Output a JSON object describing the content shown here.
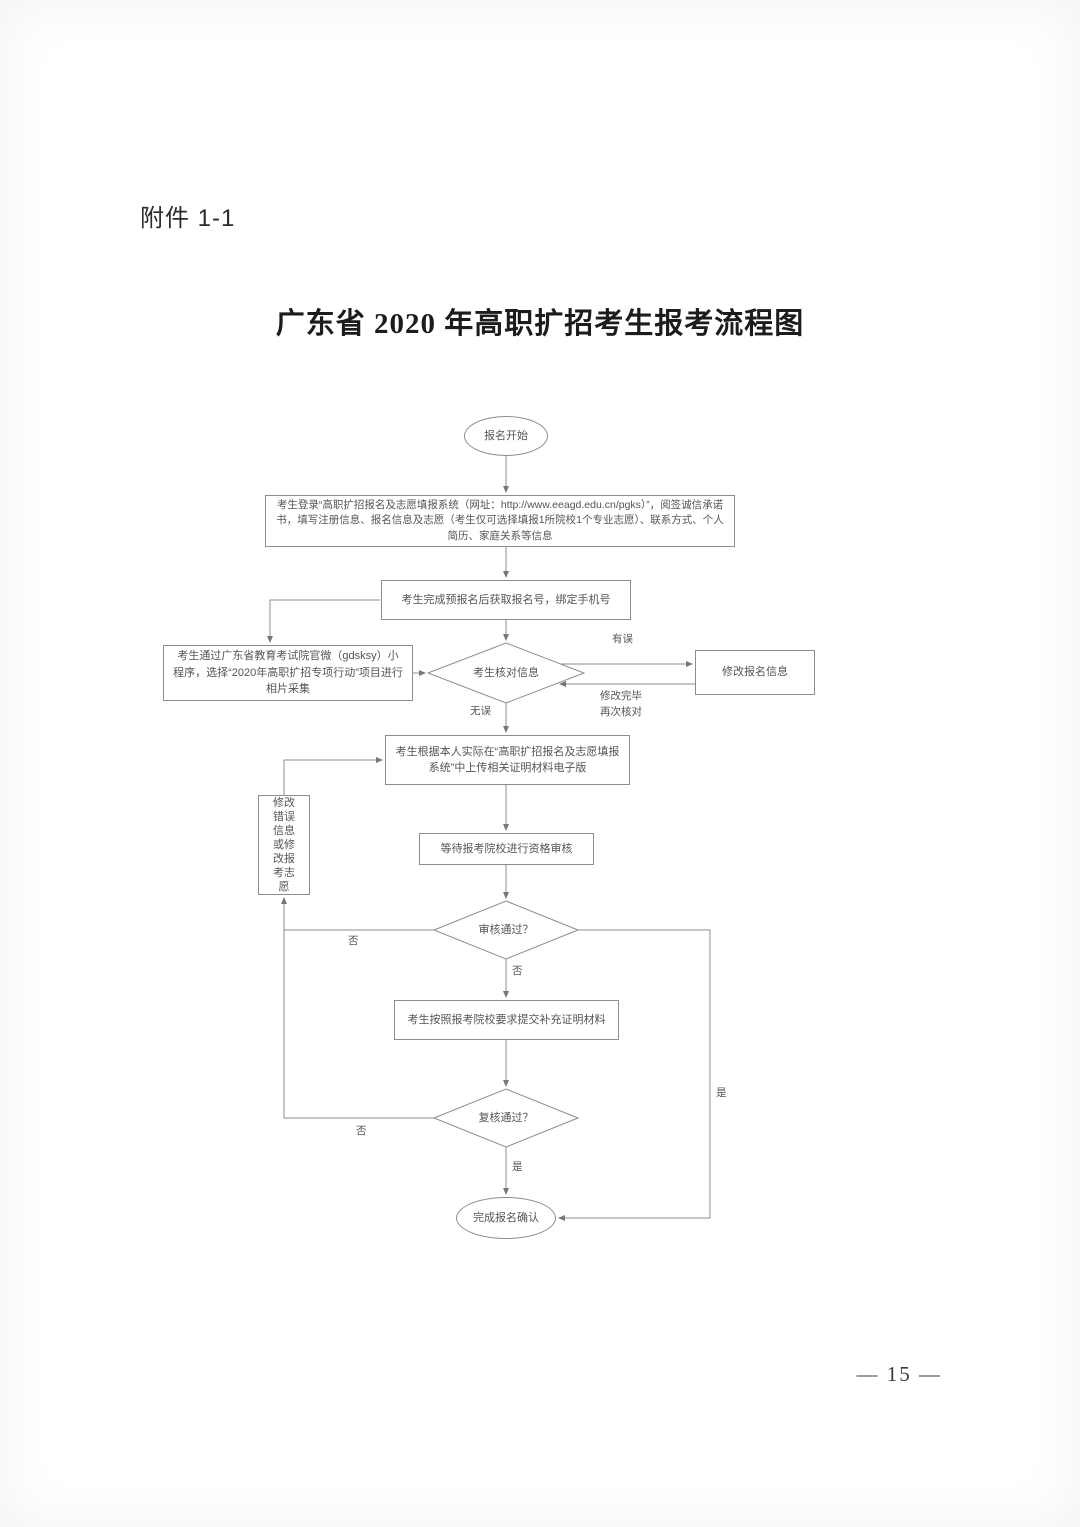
{
  "page": {
    "attachment_label": "附件 1-1",
    "title": "广东省 2020 年高职扩招考生报考流程图",
    "page_number": "— 15 —"
  },
  "flowchart": {
    "nodes": {
      "start": "报名开始",
      "login": "考生登录“高职扩招报名及志愿填报系统（网址：http://www.eeagd.edu.cn/pgks）”，阅签诚信承诺书，填写注册信息、报名信息及志愿（考生仅可选择填报1所院校1个专业志愿）、联系方式、个人简历、家庭关系等信息",
      "prereg": "考生完成预报名后获取报名号，绑定手机号",
      "photo": "考生通过广东省教育考试院官微（gdsksy）小程序，选择“2020年高职扩招专项行动”项目进行相片采集",
      "check": "考生核对信息",
      "modify": "修改报名信息",
      "upload": "考生根据本人实际在“高职扩招报名及志愿填报系统”中上传相关证明材料电子版",
      "wait": "等待报考院校进行资格审核",
      "fix": "修改错误信息或修改报考志愿",
      "review": "审核通过？",
      "supplement": "考生按照报考院校要求提交补充证明材料",
      "recheck": "复核通过？",
      "end": "完成报名确认"
    },
    "labels": {
      "error": "有误",
      "modify_done": "修改完毕",
      "check_again": "再次核对",
      "correct": "无误",
      "review_no_left": "否",
      "review_no_down": "否",
      "review_yes_right": "是",
      "recheck_no_left": "否",
      "recheck_yes_down": "是"
    }
  }
}
